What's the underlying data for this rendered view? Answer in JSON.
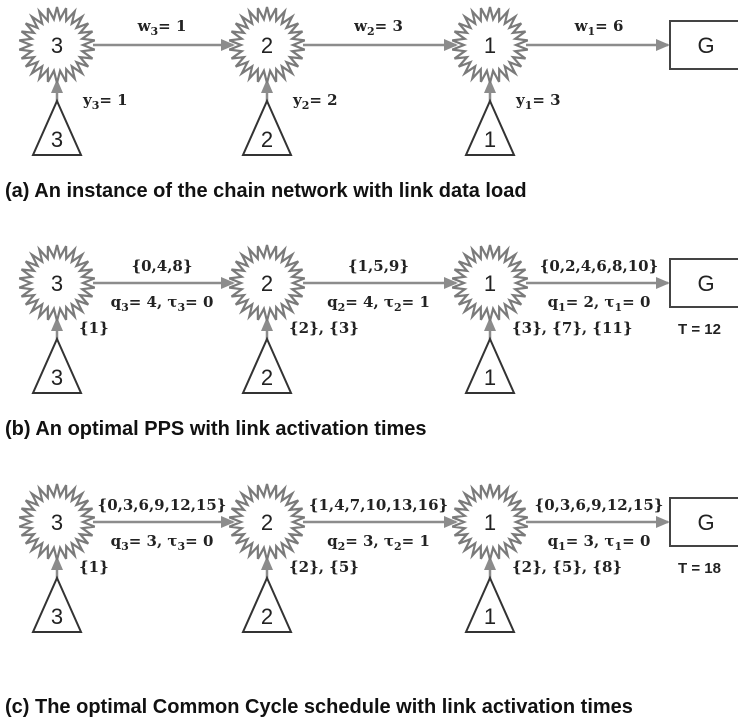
{
  "panels": [
    {
      "caption": "(a) An instance of the chain network with link data load",
      "nodes": [
        "3",
        "2",
        "1"
      ],
      "sink": "G",
      "sources": [
        "3",
        "2",
        "1"
      ],
      "links_top": [
        {
          "sym": "w",
          "sub": "3",
          "val": "= 1"
        },
        {
          "sym": "w",
          "sub": "2",
          "val": "= 3"
        },
        {
          "sym": "w",
          "sub": "1",
          "val": "= 6"
        }
      ],
      "links_bottom": null,
      "sources_labels": [
        {
          "sym": "y",
          "sub": "3",
          "val": "= 1"
        },
        {
          "sym": "y",
          "sub": "2",
          "val": "= 2"
        },
        {
          "sym": "y",
          "sub": "1",
          "val": "= 3"
        }
      ],
      "period": ""
    },
    {
      "caption": "(b) An optimal PPS with link activation times",
      "nodes": [
        "3",
        "2",
        "1"
      ],
      "sink": "G",
      "sources": [
        "3",
        "2",
        "1"
      ],
      "links_top": [
        "{0,4,8}",
        "{1,5,9}",
        "{0,2,4,6,8,10}"
      ],
      "links_bottom": [
        {
          "q": "3",
          "qv": "= 4,",
          "t": "3",
          "tv": "= 0"
        },
        {
          "q": "2",
          "qv": "= 4,",
          "t": "2",
          "tv": "= 1"
        },
        {
          "q": "1",
          "qv": "= 2,",
          "t": "1",
          "tv": "= 0"
        }
      ],
      "sources_labels": [
        "{1}",
        "{2}, {3}",
        "{3}, {7}, {11}"
      ],
      "period": "T = 12"
    },
    {
      "caption": "(c) The optimal Common Cycle schedule with link activation times",
      "nodes": [
        "3",
        "2",
        "1"
      ],
      "sink": "G",
      "sources": [
        "3",
        "2",
        "1"
      ],
      "links_top": [
        "{0,3,6,9,12,15}",
        "{1,4,7,10,13,16}",
        "{0,3,6,9,12,15}"
      ],
      "links_bottom": [
        {
          "q": "3",
          "qv": "= 3,",
          "t": "3",
          "tv": "= 0"
        },
        {
          "q": "2",
          "qv": "= 3,",
          "t": "2",
          "tv": "= 1"
        },
        {
          "q": "1",
          "qv": "= 3,",
          "t": "1",
          "tv": "= 0"
        }
      ],
      "sources_labels": [
        "{1}",
        "{2}, {5}",
        "{2}, {5}, {8}"
      ],
      "period": "T = 18"
    }
  ],
  "colors": {
    "star_stroke": "#7a7a7a",
    "star_fill": "#ffffff",
    "arrow": "#8c8c8c",
    "box": "#444444",
    "text": "#222222"
  }
}
